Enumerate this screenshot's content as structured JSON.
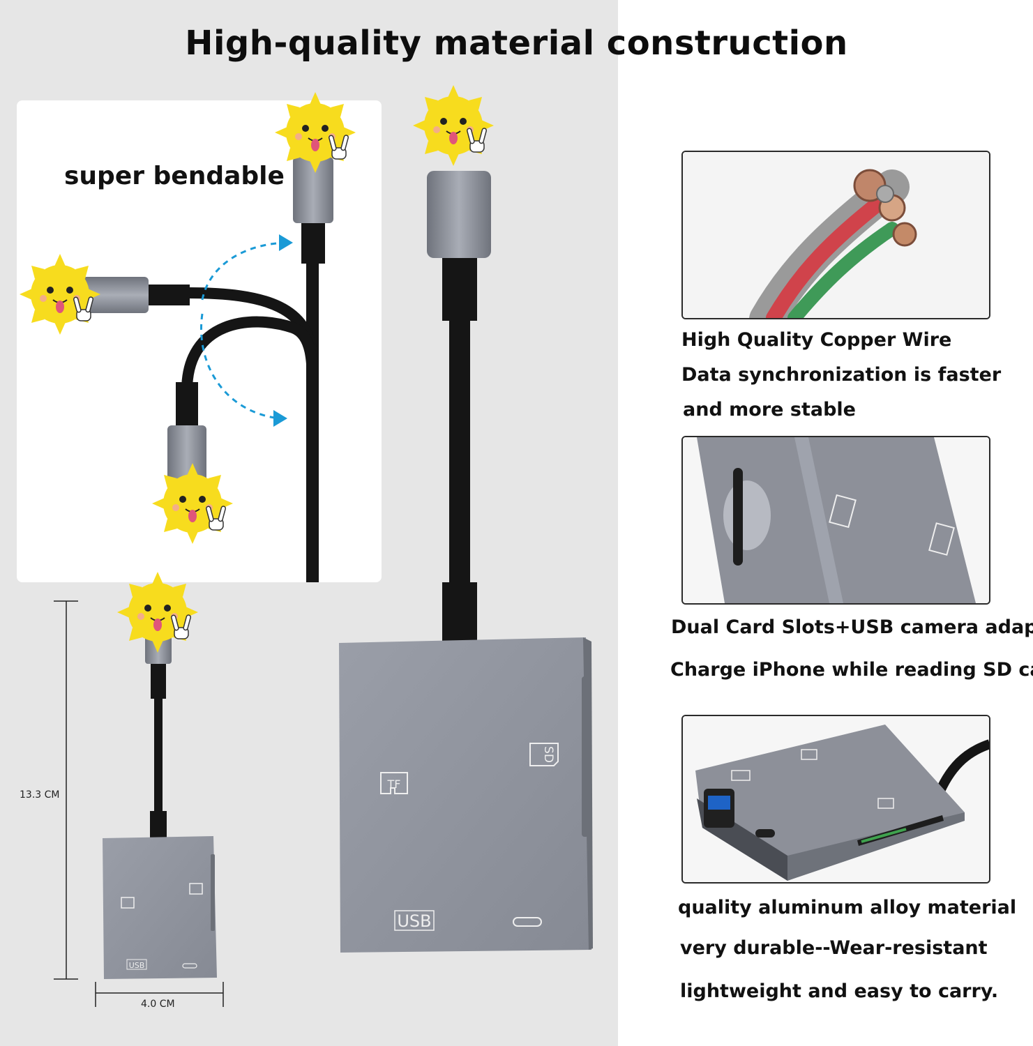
{
  "title": "High-quality material construction",
  "bend_panel": {
    "label": "super bendable"
  },
  "dimensions": {
    "height": "13.3 CM",
    "width": "4.0 CM"
  },
  "device_labels": {
    "usb": "USB",
    "tf": "TF",
    "sd": "SD"
  },
  "features": [
    {
      "image": "copper-wire-image",
      "lines": [
        "High Quality Copper Wire",
        "Data synchronization is faster",
        "and more stable"
      ]
    },
    {
      "image": "card-slots-image",
      "lines": [
        "Dual Card Slots+USB camera adapter",
        "Charge iPhone while reading SD card"
      ]
    },
    {
      "image": "aluminum-body-image",
      "lines": [
        "quality aluminum alloy material",
        "very durable--Wear-resistant",
        "lightweight and easy to carry."
      ]
    }
  ],
  "colors": {
    "left_background": "#e6e6e6",
    "device_gray": "#8f939d",
    "cable_black": "#151515",
    "mascot_yellow": "#f7dc1e",
    "arrow_blue": "#1a9ad6"
  }
}
